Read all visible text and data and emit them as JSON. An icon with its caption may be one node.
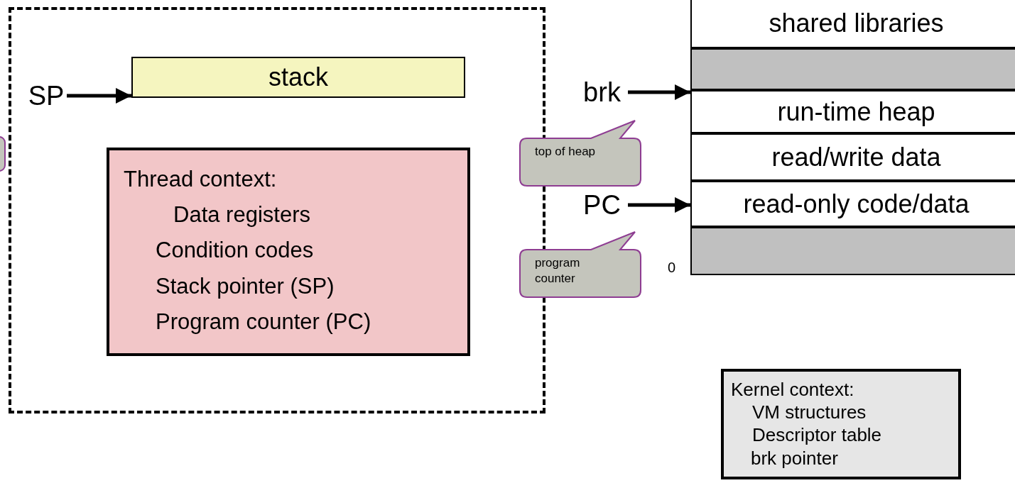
{
  "diagram": {
    "nodes": [
      {
        "text": [],
        "shape": "box"
      },
      {
        "text": [
          "SP"
        ],
        "in": 0
      },
      {
        "text": [
          "stack"
        ],
        "in": 0
      },
      {
        "text": [
          "Thread context:",
          "Data registers",
          "Condition codes",
          "Stack pointer (SP)",
          "Program counter (PC)"
        ],
        "in": 0
      },
      {
        "text": [],
        "shape": "box"
      },
      {
        "text": [
          "brk"
        ]
      },
      {
        "text": [
          "top of heap"
        ]
      },
      {
        "text": [
          "PC"
        ]
      },
      {
        "text": [
          "program counter"
        ]
      },
      {
        "text": [
          "shared libraries"
        ]
      },
      {
        "text": [],
        "shape": "bar"
      },
      {
        "text": [
          "run-time heap"
        ]
      },
      {
        "text": [
          "read/write data"
        ]
      },
      {
        "text": [
          "read-only code/data"
        ]
      },
      {
        "text": [],
        "shape": "bar"
      },
      {
        "text": [
          "Kernel context:",
          "VM structures",
          "Descriptor table",
          "brk pointer"
        ]
      }
    ],
    "edges": [
      {
        "from": 1,
        "to": 2,
        "arrow": "to"
      },
      {
        "from": 5,
        "to": 11,
        "arrow": "to"
      },
      {
        "from": 7,
        "to": 13,
        "arrow": "to"
      }
    ],
    "labels": [
      "0"
    ]
  }
}
